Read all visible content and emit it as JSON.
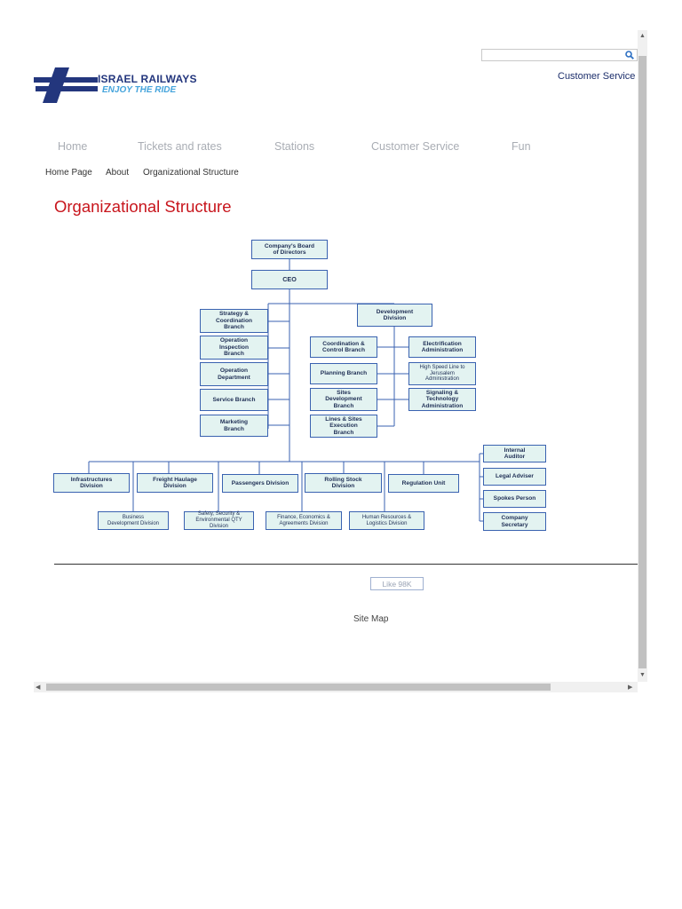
{
  "header": {
    "logo_line1": "ISRAEL RAILWAYS",
    "logo_line2": "ENJOY THE RIDE",
    "search_value": "",
    "customer_service": "Customer Service"
  },
  "nav": [
    {
      "label": "Home"
    },
    {
      "label": "Tickets and rates"
    },
    {
      "label": "Stations"
    },
    {
      "label": "Customer Service"
    },
    {
      "label": "Fun"
    }
  ],
  "breadcrumb": [
    {
      "label": "Home Page"
    },
    {
      "label": "About"
    },
    {
      "label": "Organizational Structure"
    }
  ],
  "page_title": "Organizational Structure",
  "org_chart": {
    "board": "Company's Board\nof Directors",
    "ceo": "CEO",
    "left_branches": [
      "Strategy &\nCoordination\nBranch",
      "Operation\nInspection\nBranch",
      "Operation\nDepartment",
      "Service Branch",
      "Marketing\nBranch"
    ],
    "development_division": "Development\nDivision",
    "dev_left": [
      "Coordination &\nControl Branch",
      "Planning Branch",
      "Sites\nDevelopment\nBranch",
      "Lines & Sites\nExecution\nBranch"
    ],
    "dev_right": [
      "Electrification\nAdministration",
      "High Speed Line to\nJerusalem\nAdministration",
      "Signaling &\nTechnology\nAdministration"
    ],
    "divisions_top": [
      "Infrastructures\nDivision",
      "Freight Haulage\nDivision",
      "Passengers Division",
      "Rolling Stock\nDivision",
      "Regulation Unit"
    ],
    "divisions_bottom": [
      "Business\nDevelopment Division",
      "Safety, Security &\nEnvironmental QTY\nDivision",
      "Finance, Economics &\nAgreements Division",
      "Human Resources &\nLogistics Division"
    ],
    "staff": [
      "Internal\nAuditor",
      "Legal Adviser",
      "Spokes Person",
      "Company\nSecretary"
    ]
  },
  "footer": {
    "like_label": "Like 98K",
    "site_map": "Site Map"
  },
  "colors": {
    "title_red": "#c8161d",
    "logo_navy": "#23367d",
    "logo_light_blue": "#45a4dc",
    "box_fill": "#e3f3f1",
    "box_border": "#3a62b0"
  }
}
